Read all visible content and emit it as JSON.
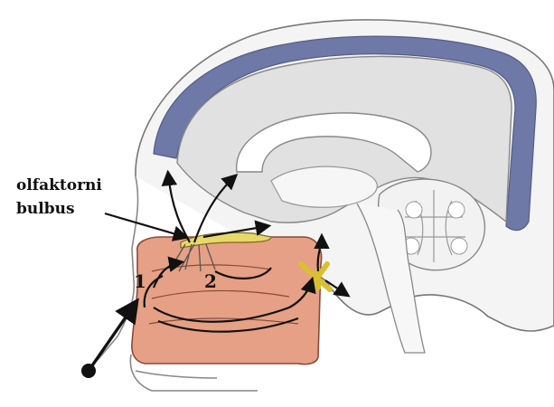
{
  "labels": {
    "structure": "olfaktorni\nbulbus",
    "marker_1": "1",
    "marker_2": "2"
  },
  "colors": {
    "nasal_cavity": "#e6a085",
    "ventricle": "#6e79a8",
    "brain_fill": "#e1e1e1",
    "bulb": "#e8d86a",
    "outline": "#666666",
    "arrow": "#111111"
  }
}
